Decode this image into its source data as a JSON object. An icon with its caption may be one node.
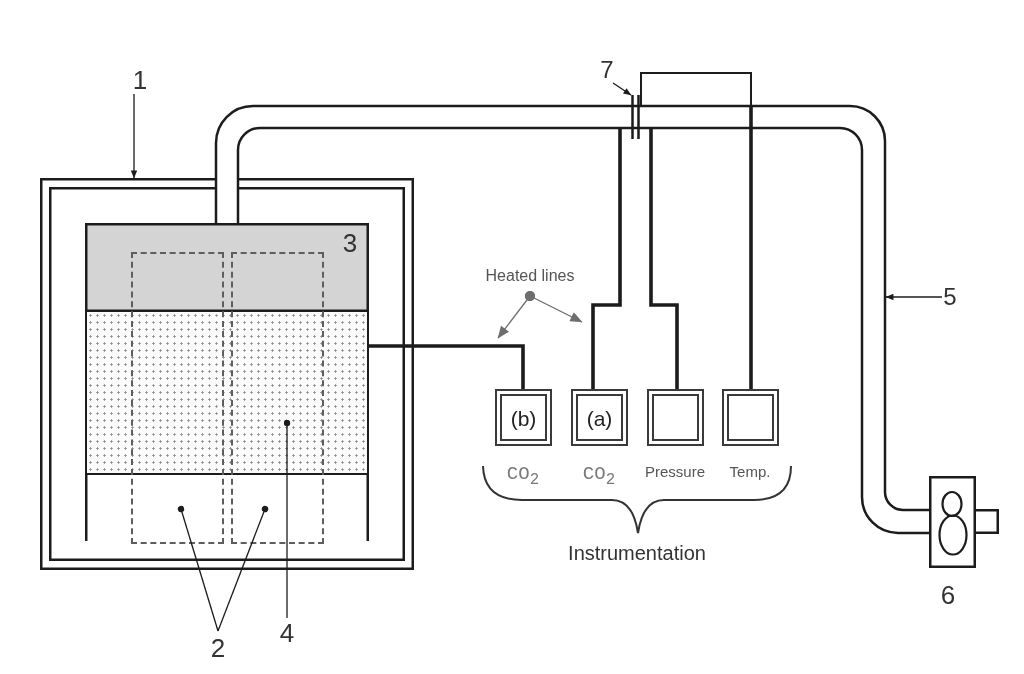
{
  "diagram": {
    "nodes": [
      {
        "text": [
          "1"
        ]
      },
      {
        "text": [],
        "shape": "box"
      },
      {
        "text": [],
        "shape": "box",
        "in": 1
      },
      {
        "text": [],
        "shape": "box",
        "in": 1
      },
      {
        "text": [],
        "shape": "box",
        "in": 1
      },
      {
        "text": [
          "7"
        ]
      },
      {
        "text": [],
        "shape": "bar"
      },
      {
        "text": [],
        "shape": "box"
      },
      {
        "text": [
          "Heated lines"
        ]
      },
      {
        "text": [
          "5"
        ]
      },
      {
        "text": [
          "(b)"
        ],
        "beside": [
          "CO$_{2}$"
        ]
      },
      {
        "text": [
          "(a)"
        ],
        "beside": [
          "CO$_{2}$"
        ]
      },
      {
        "text": [],
        "shape": "box",
        "beside": [
          "Pressure"
        ]
      },
      {
        "text": [],
        "shape": "box",
        "beside": [
          "Temp."
        ]
      },
      {
        "text": [
          "2"
        ]
      },
      {
        "text": [
          "4"
        ]
      }
    ],
    "edges": [
      {
        "from": 0,
        "to": 1,
        "arrow": "to"
      },
      {
        "from": 5,
        "to": 6,
        "arrow": "to"
      },
      {
        "from": 8,
        "to": null,
        "arrow": "to",
        "color": "#6e6e6e"
      },
      {
        "from": 8,
        "to": null,
        "arrow": "to",
        "color": "#6e6e6e"
      },
      {
        "from": 9,
        "to": null,
        "arrow": "to"
      },
      {
        "from": 2,
        "to": 10,
        "arrow": "none",
        "style": "thick"
      },
      {
        "from": 6,
        "to": 11,
        "arrow": "none",
        "style": "thick"
      },
      {
        "from": 6,
        "to": 12,
        "arrow": "none",
        "style": "thick"
      },
      {
        "from": 7,
        "to": 13,
        "arrow": "none",
        "style": "thick"
      },
      {
        "from": 14,
        "to": 3,
        "arrow": "other"
      },
      {
        "from": 14,
        "to": 4,
        "arrow": "other"
      },
      {
        "from": 15,
        "to": 2,
        "arrow": "other"
      }
    ],
    "labels": [
      "3",
      "Instrumentation",
      "6"
    ]
  }
}
